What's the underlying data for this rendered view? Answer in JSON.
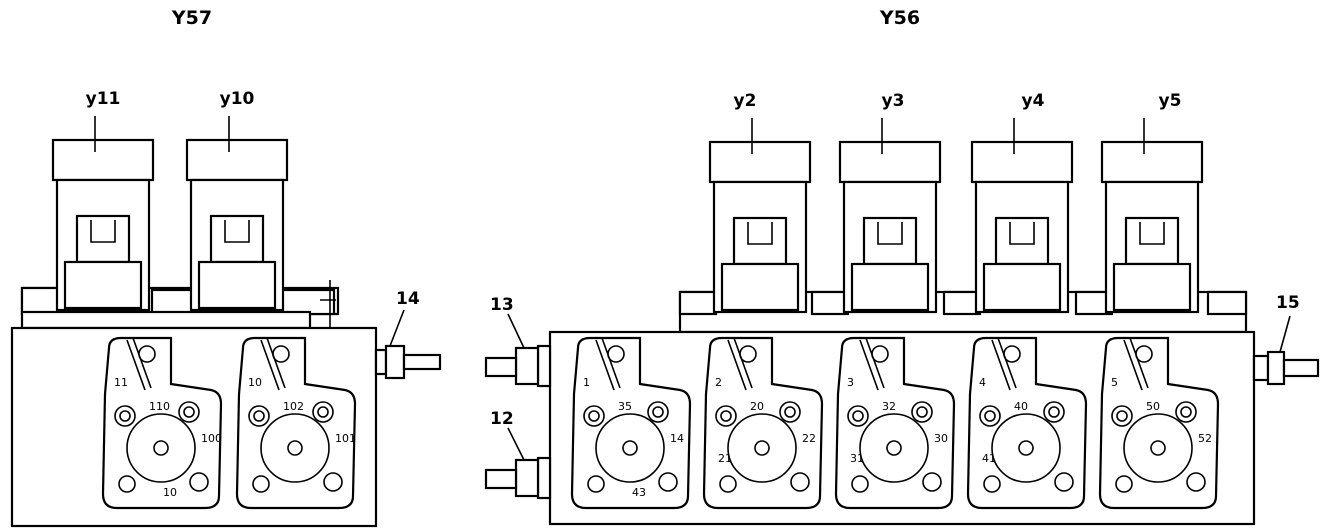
{
  "groups": {
    "y57": "Y57",
    "y56": "Y56"
  },
  "valves": {
    "y11": "y11",
    "y10": "y10",
    "y2": "y2",
    "y3": "y3",
    "y4": "y4",
    "y5": "y5"
  },
  "callouts": {
    "c14": "14",
    "c13": "13",
    "c12": "12",
    "c15": "15"
  },
  "stations": [
    {
      "num": "11",
      "tl": "110",
      "r": "100",
      "b": "10",
      "bl": ""
    },
    {
      "num": "10",
      "tl": "102",
      "r": "101",
      "b": "",
      "bl": ""
    },
    {
      "num": "1",
      "tl": "35",
      "r": "14",
      "b": "43",
      "bl": ""
    },
    {
      "num": "2",
      "tl": "20",
      "r": "22",
      "b": "",
      "bl": "21"
    },
    {
      "num": "3",
      "tl": "32",
      "r": "30",
      "b": "",
      "bl": "31"
    },
    {
      "num": "4",
      "tl": "40",
      "r": "",
      "b": "",
      "bl": "41"
    },
    {
      "num": "5",
      "tl": "50",
      "r": "52",
      "b": "",
      "bl": ""
    }
  ]
}
